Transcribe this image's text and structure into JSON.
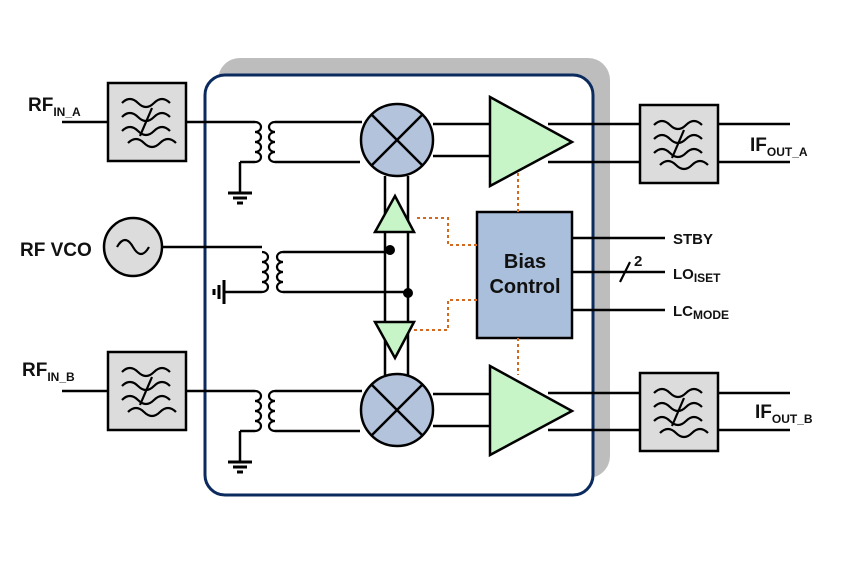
{
  "inputs": {
    "rf_in_a": {
      "main": "RF",
      "sub": "IN_A"
    },
    "rf_vco": {
      "text": "RF VCO"
    },
    "rf_in_b": {
      "main": "RF",
      "sub": "IN_B"
    }
  },
  "outputs": {
    "if_out_a": {
      "main": "IF",
      "sub": "OUT_A"
    },
    "if_out_b": {
      "main": "IF",
      "sub": "OUT_B"
    }
  },
  "control_pins": {
    "stby": {
      "text": "STBY"
    },
    "lo_iset": {
      "main": "LO",
      "sub": "ISET",
      "bus_width": "2"
    },
    "lc_mode": {
      "main": "LC",
      "sub": "MODE"
    }
  },
  "bias_block": {
    "line1": "Bias",
    "line2": "Control"
  },
  "colors": {
    "chip_border": "#0b2a5e",
    "chip_shadow": "#bdbdbd",
    "filter_fill": "#dcdcdc",
    "mixer_fill": "#b4c3dc",
    "amp_fill": "#c8f5c8",
    "bias_fill": "#aabfdc",
    "bias_link": "#d2691e"
  },
  "icons": [
    "bandpass-filter-icon",
    "mixer-icon",
    "amplifier-icon",
    "oscillator-icon",
    "transformer-icon",
    "ground-icon"
  ]
}
